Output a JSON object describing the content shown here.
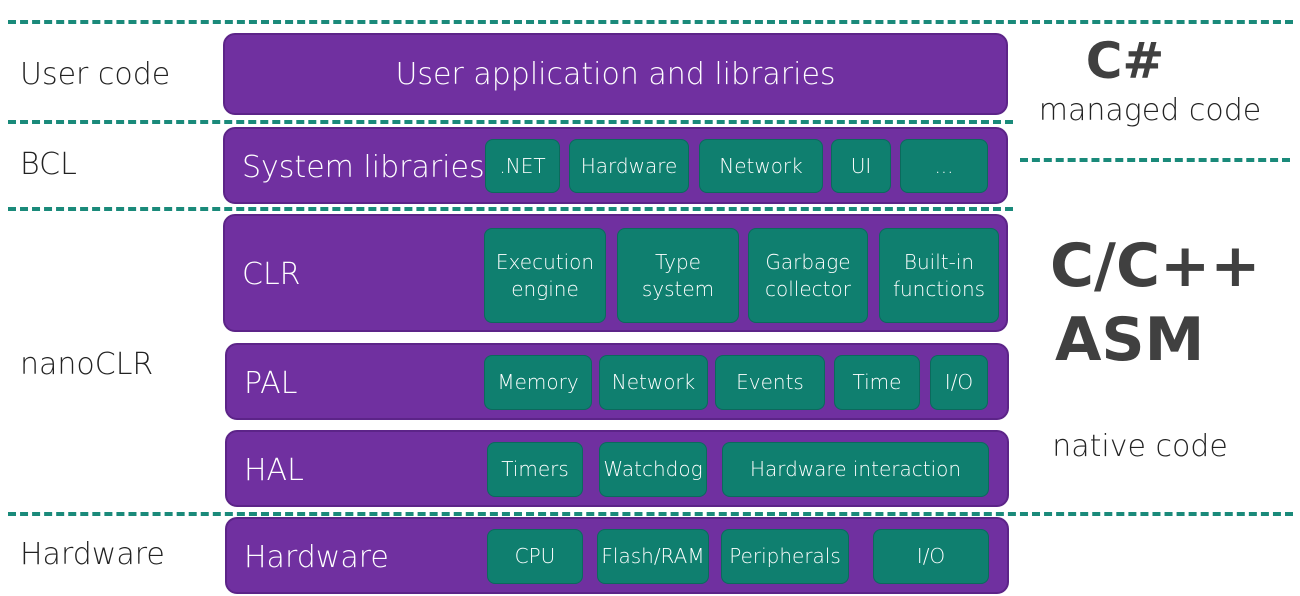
{
  "colors": {
    "layer": "#7030a0",
    "component": "#0f7f6f",
    "divider": "#1a8a7a",
    "text": "#222222",
    "lang_text": "#404040"
  },
  "left_labels": {
    "user_code": "User code",
    "bcl": "BCL",
    "nanoclr": "nanoCLR",
    "hardware": "Hardware"
  },
  "layers": {
    "user": {
      "title": "User application and libraries"
    },
    "system": {
      "title": "System libraries",
      "components": [
        ".NET",
        "Hardware",
        "Network",
        "UI",
        "..."
      ]
    },
    "clr": {
      "title": "CLR",
      "components": [
        {
          "l1": "Execution",
          "l2": "engine"
        },
        {
          "l1": "Type",
          "l2": "system"
        },
        {
          "l1": "Garbage",
          "l2": "collector"
        },
        {
          "l1": "Built-in",
          "l2": "functions"
        }
      ]
    },
    "pal": {
      "title": "PAL",
      "components": [
        "Memory",
        "Network",
        "Events",
        "Time",
        "I/O"
      ]
    },
    "hal": {
      "title": "HAL",
      "components": [
        "Timers",
        "Watchdog",
        "Hardware interaction"
      ]
    },
    "hardware": {
      "title": "Hardware",
      "components": [
        "CPU",
        "Flash/RAM",
        "Peripherals",
        "I/O"
      ]
    }
  },
  "right_labels": {
    "csharp": "C#",
    "managed": "managed code",
    "cpp": "C/C++",
    "asm": "ASM",
    "native": "native code"
  }
}
